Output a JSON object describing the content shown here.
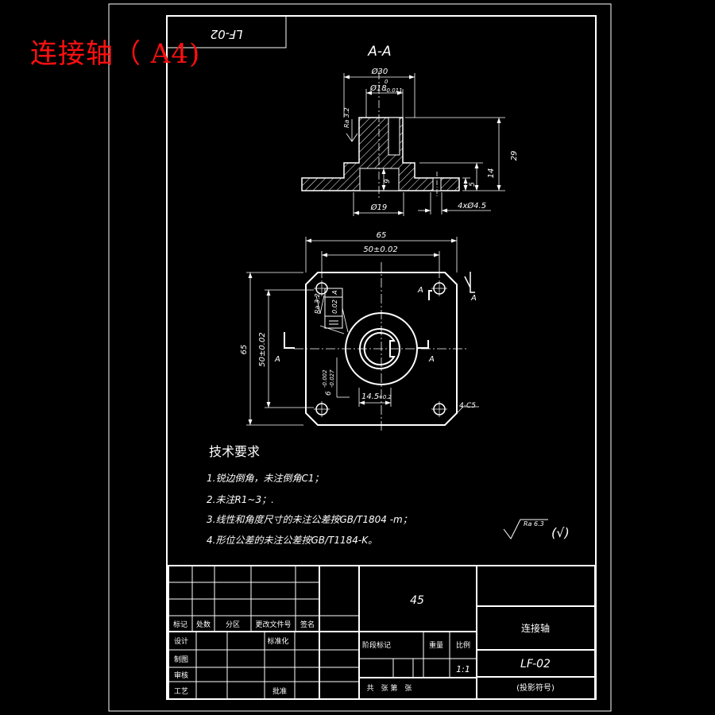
{
  "overlay": {
    "title": "连接轴（ A4)"
  },
  "colors": {
    "line": "#ffffff",
    "background": "#000000",
    "overlay": "#ff1010"
  },
  "stamp": {
    "mirrored_code": "LF-02"
  },
  "section": {
    "label": "A-A",
    "dims": {
      "d30": "Ø30",
      "d18": "Ø18",
      "d18_tol_upper": "0",
      "d18_tol_lower": "-0.011",
      "d19": "Ø19",
      "h29": "29",
      "h14": "14",
      "h9": "9",
      "h5": "5",
      "holes": "4xØ4.5",
      "ra": "Ra 3.2"
    }
  },
  "plan": {
    "dims": {
      "w65": "65",
      "w50": "50±0.02",
      "h65": "65",
      "h50": "50±0.02",
      "keyway": "14.5",
      "keyway_tol": "+0.2",
      "slot": "6",
      "slot_tol_upper": "-0.002",
      "slot_tol_lower": "-0.027",
      "chamfer": "4-C5",
      "ra": "Ra 3.2",
      "gdt_tol": "0.02",
      "gdt_ref": "A"
    },
    "section_marks": [
      "A",
      "A",
      "A",
      "A"
    ]
  },
  "requirements": {
    "title": "技术要求",
    "items": [
      "1.锐边倒角，未注倒角C1；",
      "2.未注R1~3；.",
      "3.线性和角度尺寸的未注公差按GB/T1804 -m；",
      "4.形位公差的未注公差按GB/T1184-K。"
    ]
  },
  "roughness_note": {
    "value": "Ra 6.3",
    "suffix": "(√)"
  },
  "title_block": {
    "material": "45",
    "part_name": "连接轴",
    "drawing_no": "LF-02",
    "scale": "1:1",
    "headers": [
      "标记",
      "处数",
      "分区",
      "更改文件号",
      "签名"
    ],
    "rows": [
      "设计",
      "制图",
      "审核",
      "工艺"
    ],
    "std_label": "标准化",
    "approve_label": "批准",
    "stage_label": "阶段标记",
    "weight_label": "重量",
    "scale_label": "比例",
    "sheet_label": "共　张 第　张",
    "projection_label": "(投影符号)"
  }
}
